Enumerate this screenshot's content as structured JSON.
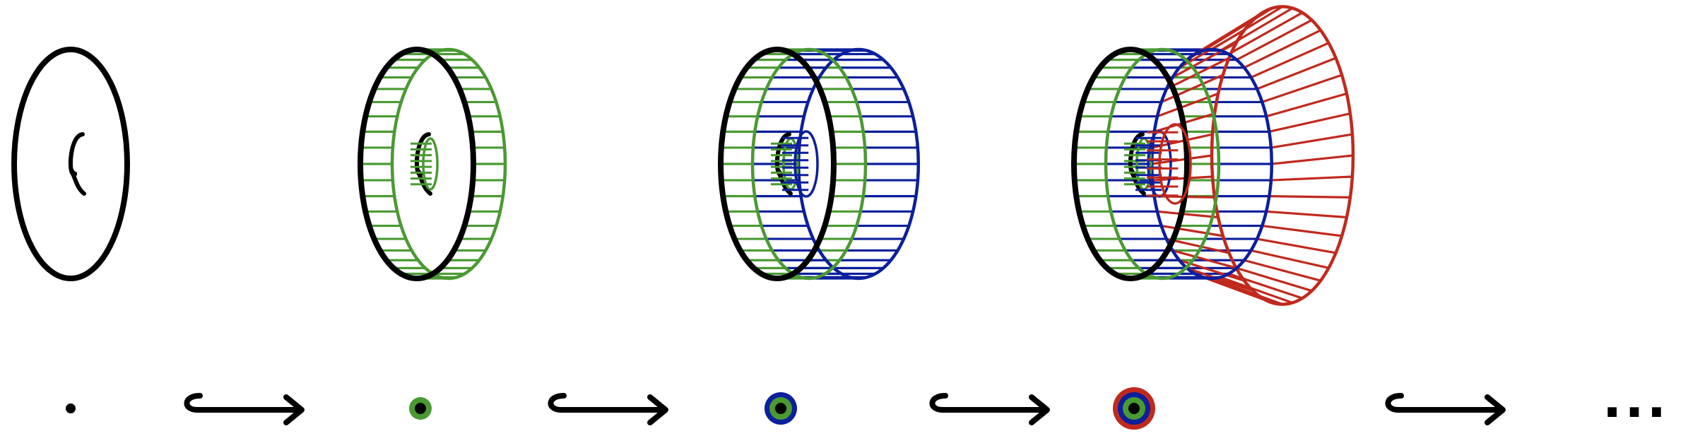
{
  "colors": {
    "stroke": "#000000",
    "green": "#4a9a32",
    "blue": "#0c1f9c",
    "red": "#c1291d",
    "background": "#ffffff"
  },
  "stages": [
    {
      "layers": 0,
      "dot_rings": []
    },
    {
      "layers": 1,
      "dot_rings": [
        "green"
      ]
    },
    {
      "layers": 2,
      "dot_rings": [
        "green",
        "blue"
      ]
    },
    {
      "layers": 3,
      "dot_rings": [
        "green",
        "blue",
        "red"
      ]
    }
  ],
  "arrows": [
    "hook-arrow",
    "hook-arrow",
    "hook-arrow",
    "hook-arrow"
  ],
  "ellipsis_label": "..."
}
